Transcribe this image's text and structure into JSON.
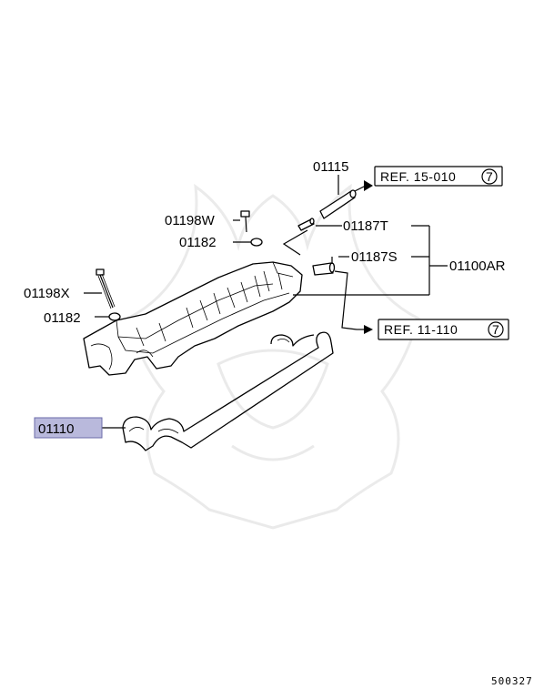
{
  "labels": {
    "p01115": "01115",
    "p01187T": "01187T",
    "p01187S": "01187S",
    "p01100AR": "01100AR",
    "p01198W": "01198W",
    "p01182_upper": "01182",
    "p01198X": "01198X",
    "p01182_lower": "01182",
    "p01110": "01110"
  },
  "refs": {
    "ref_top_text": "REF. 15-010",
    "ref_top_circle": "7",
    "ref_mid_text": "REF. 11-110",
    "ref_mid_circle": "7"
  },
  "diagram_code": "500327",
  "colors": {
    "highlight": "#b9b9dc",
    "highlight_border": "#6a6aa8"
  }
}
